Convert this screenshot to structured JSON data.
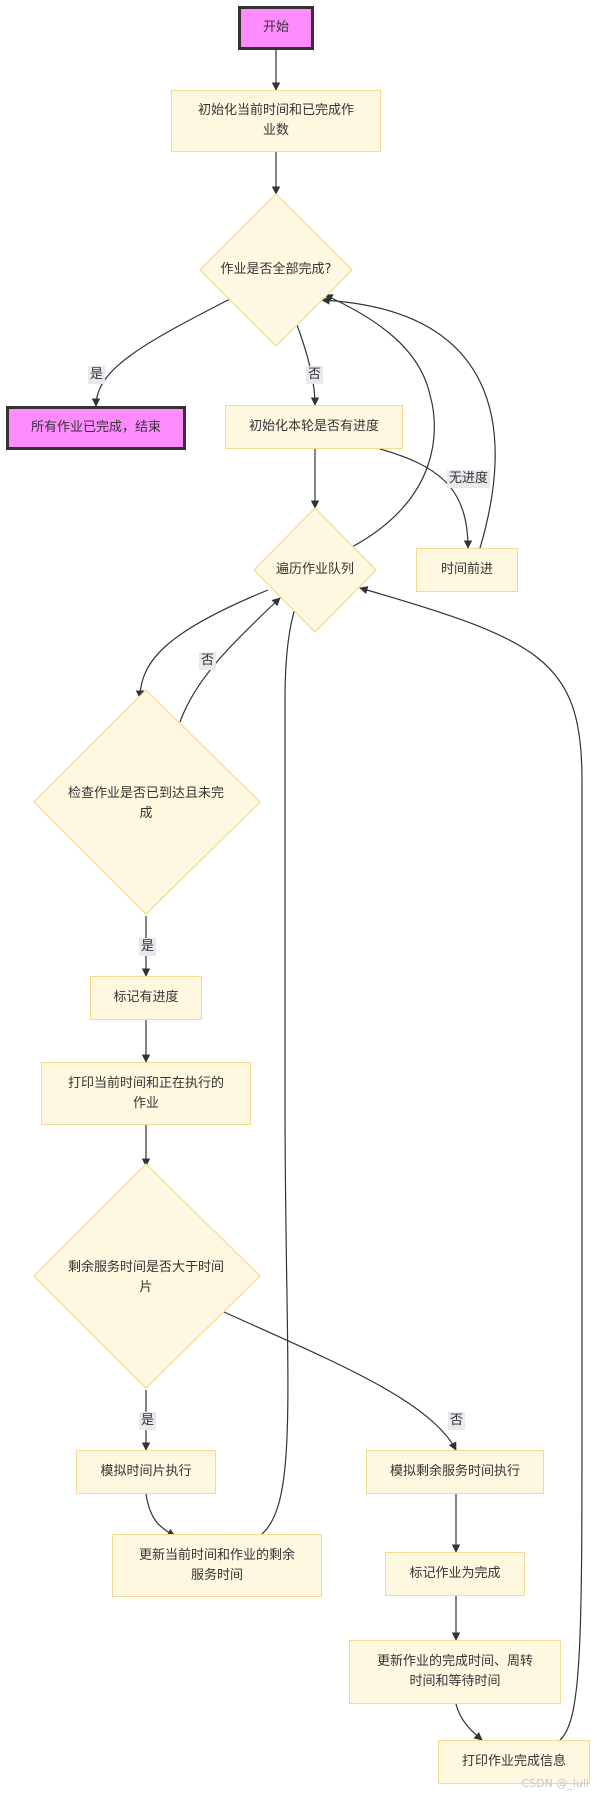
{
  "nodes": {
    "start": "开始",
    "init_time": "初始化当前时间和已完成作业数",
    "all_done_q": "作业是否全部完成?",
    "all_done_end": "所有作业已完成，结束",
    "init_progress": "初始化本轮是否有进度",
    "time_advance": "时间前进",
    "traverse_queue": "遍历作业队列",
    "check_job_q": "检查作业是否已到达且未完成",
    "mark_progress": "标记有进度",
    "print_current": "打印当前时间和正在执行的作业",
    "remaining_q": "剩余服务时间是否大于时间片",
    "simulate_slice": "模拟时间片执行",
    "update_remaining": "更新当前时间和作业的剩余服务时间",
    "simulate_remaining": "模拟剩余服务时间执行",
    "mark_done": "标记作业为完成",
    "update_finish": "更新作业的完成时间、周转时间和等待时间",
    "print_finish": "打印作业完成信息"
  },
  "edge_labels": {
    "yes_1": "是",
    "no_1": "否",
    "no_progress": "无进度",
    "no_2": "否",
    "yes_2": "是",
    "yes_3": "是",
    "no_3": "否"
  },
  "watermark": "CSDN @_luli",
  "colors": {
    "node_fill": "#fff8e1",
    "node_border": "#f4d98f",
    "terminal_fill": "#ff8cff",
    "terminal_border": "#333333",
    "edge": "#333333",
    "label_bg": "#e8e8ee"
  }
}
